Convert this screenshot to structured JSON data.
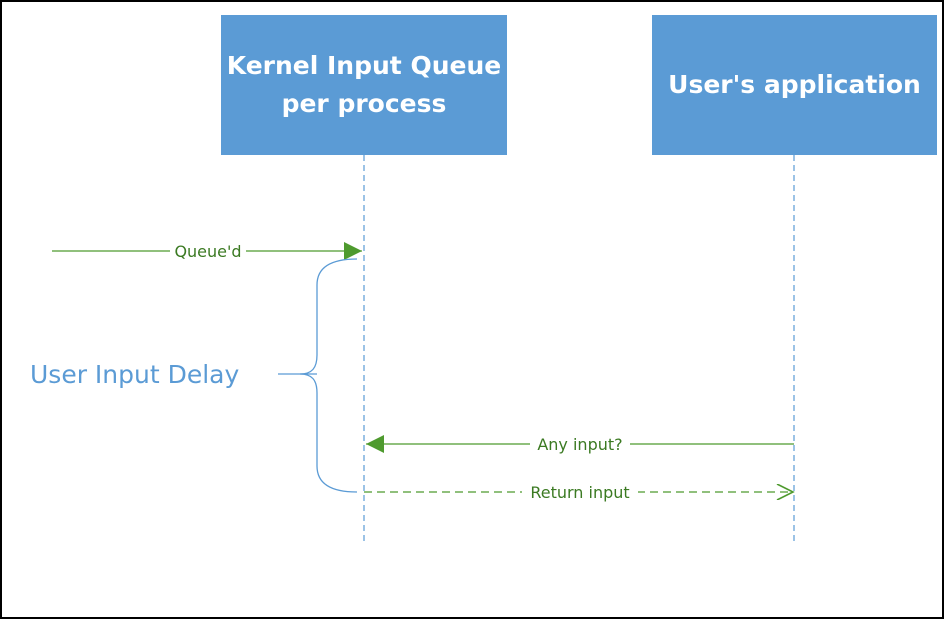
{
  "diagram": {
    "participants": {
      "kernel": {
        "line1": "Kernel Input Queue",
        "line2": "per process"
      },
      "app": {
        "label": "User's application"
      }
    },
    "messages": {
      "queued": "Queue'd",
      "any_input": "Any input?",
      "return_input": "Return input"
    },
    "annotation": {
      "delay": "User Input Delay"
    }
  },
  "colors": {
    "box_fill": "#5b9bd5",
    "lifeline": "#5b9bd5",
    "arrow": "#4e9a2e",
    "message_text": "#3b7a22",
    "annotation": "#5b9bd5",
    "border": "#000000"
  }
}
